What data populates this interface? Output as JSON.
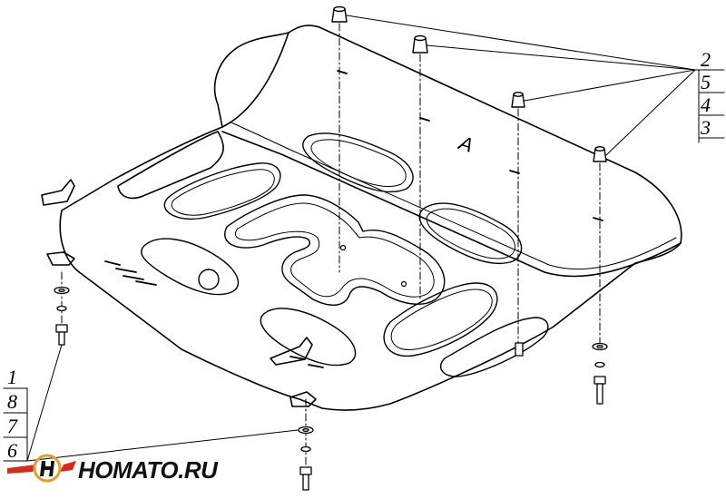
{
  "callouts_right": [
    "2",
    "5",
    "4",
    "3"
  ],
  "callouts_left": [
    "1",
    "8",
    "7",
    "6"
  ],
  "logo": {
    "text": "HOMATO.RU",
    "accent_color": "#d62b1e",
    "gold_color": "#e0a12c"
  },
  "stamp_letter": "A",
  "colors": {
    "line": "#000000",
    "background": "#ffffff"
  }
}
